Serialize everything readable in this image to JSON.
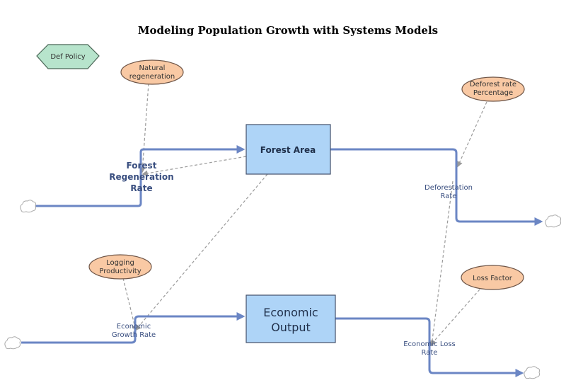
{
  "title": "Modeling Population Growth with Systems Models",
  "policy": {
    "label": "Def Policy"
  },
  "stocks": {
    "forest": {
      "label": "Forest Area"
    },
    "economic": {
      "label_line1": "Economic",
      "label_line2": "Output"
    }
  },
  "auxiliaries": {
    "natural_regeneration": {
      "line1": "Natural",
      "line2": "regeneration"
    },
    "deforest_rate_percentage": {
      "line1": "Deforest rate",
      "line2": "Percentage"
    },
    "logging_productivity": {
      "line1": "Logging",
      "line2": "Productivity"
    },
    "loss_factor": {
      "line1": "Loss Factor"
    }
  },
  "flows": {
    "forest_regeneration": {
      "line1": "Forest",
      "line2": "Regeneration",
      "line3": "Rate"
    },
    "deforestation": {
      "line1": "Deforestation",
      "line2": "Rate"
    },
    "economic_growth": {
      "line1": "Economic",
      "line2": "Growth Rate"
    },
    "economic_loss": {
      "line1": "Economic Loss",
      "line2": "Rate"
    }
  },
  "colors": {
    "stock_fill": "#aed4f7",
    "auxiliary_fill": "#f9c9a4",
    "policy_fill": "#b7e4cc",
    "flow_line": "#6b86c4",
    "link_line": "#9a9a9a"
  }
}
